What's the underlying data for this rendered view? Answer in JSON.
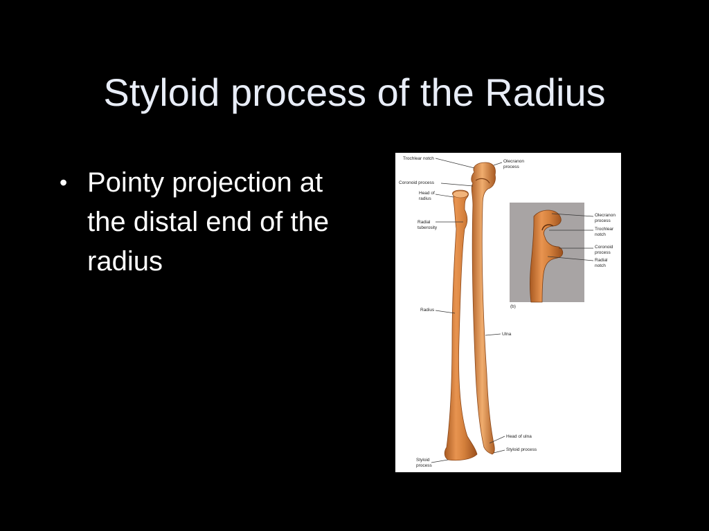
{
  "slide": {
    "title": "Styloid process of the Radius",
    "bullets": [
      {
        "marker": "•",
        "text": "Pointy projection at the distal end of the radius"
      }
    ]
  },
  "figure": {
    "main_labels": {
      "trochlear_notch": "Trochlear notch",
      "coronoid_process": "Coronoid process",
      "head_of_radius_1": "Head of",
      "head_of_radius_2": "radius",
      "radial_tuberosity_1": "Radial",
      "radial_tuberosity_2": "tuberosity",
      "radius": "Radius",
      "styloid_process_radius_1": "Styloid",
      "styloid_process_radius_2": "process",
      "olecranon_process_1": "Olecranon",
      "olecranon_process_2": "process",
      "ulna": "Ulna",
      "head_of_ulna": "Head of ulna",
      "styloid_process_ulna": "Styloid process"
    },
    "inset_labels": {
      "panel": "(b)",
      "olecranon_1": "Olecranon",
      "olecranon_2": "process",
      "trochlear_1": "Trochlear",
      "trochlear_2": "notch",
      "coronoid_1": "Coronoid",
      "coronoid_2": "process",
      "radial_1": "Radial",
      "radial_2": "notch"
    },
    "colors": {
      "bone": "#d4803c",
      "bone_shadow": "#a85a22",
      "bone_highlight": "#f0ad6e",
      "inset_background": "#a8a4a4"
    }
  }
}
